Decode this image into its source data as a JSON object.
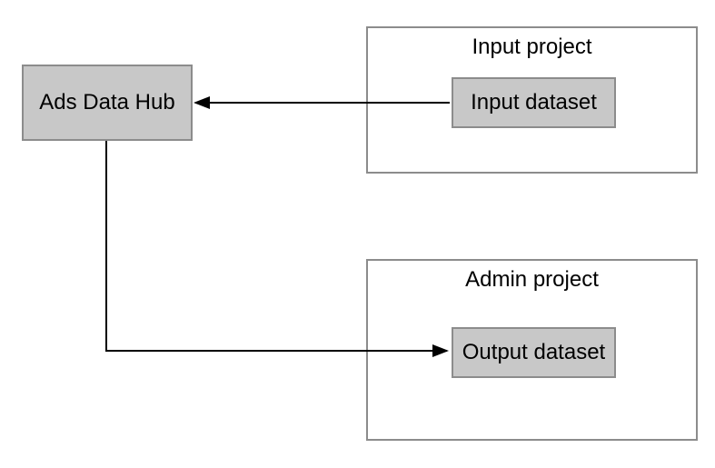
{
  "diagram": {
    "nodes": {
      "ads_data_hub": {
        "label": "Ads Data Hub",
        "shape": "box",
        "fill": "gray"
      },
      "input_project": {
        "title": "Input project",
        "shape": "container"
      },
      "input_dataset": {
        "label": "Input dataset",
        "shape": "box",
        "fill": "gray"
      },
      "admin_project": {
        "title": "Admin project",
        "shape": "container"
      },
      "output_dataset": {
        "label": "Output dataset",
        "shape": "box",
        "fill": "gray"
      }
    },
    "edges": [
      {
        "from": "input_dataset",
        "to": "ads_data_hub",
        "style": "straight-arrow",
        "arrowhead": "at-ads-data-hub"
      },
      {
        "from": "ads_data_hub",
        "to": "output_dataset",
        "style": "elbow-arrow",
        "arrowhead": "at-output-dataset"
      }
    ],
    "colors": {
      "background": "#ffffff",
      "node_fill": "#c8c8c8",
      "node_border": "#8c8c8c",
      "container_border": "#8c8c8c",
      "arrow": "#000000",
      "text": "#000000"
    }
  }
}
